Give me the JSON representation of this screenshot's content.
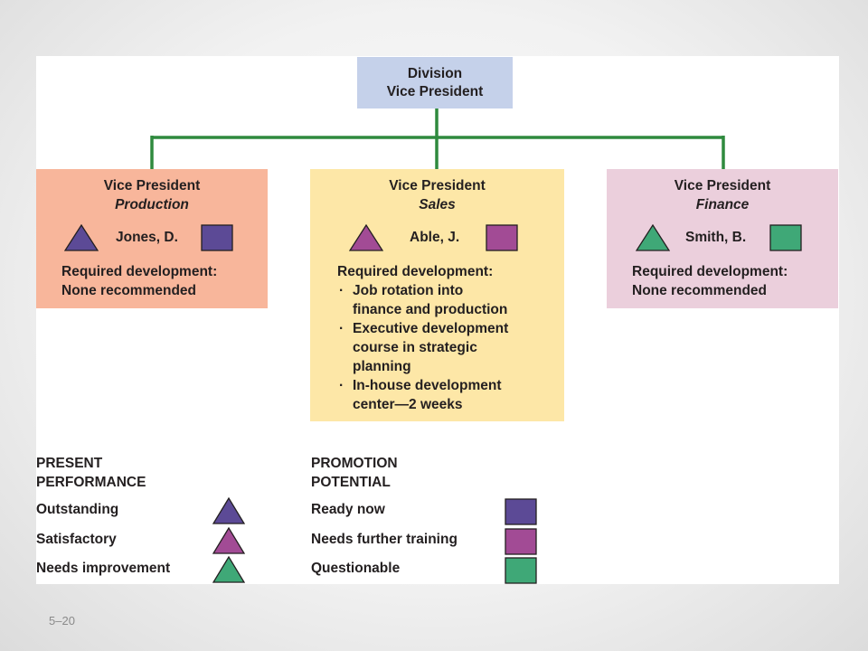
{
  "top": {
    "line1": "Division",
    "line2": "Vice President"
  },
  "vps": [
    {
      "title": "Vice President",
      "dept": "Production",
      "name": "Jones, D.",
      "dev_heading": "Required development:",
      "dev_items": [
        "None recommended"
      ],
      "performance": "Outstanding",
      "promotion": "Ready now",
      "color": "#f8b69b"
    },
    {
      "title": "Vice President",
      "dept": "Sales",
      "name": "Able, J.",
      "dev_heading": "Required development:",
      "dev_items": [
        "Job rotation into",
        "finance and production",
        "Executive development",
        "course in strategic",
        "planning",
        "In-house development",
        "center—2 weeks"
      ],
      "bullet": "·",
      "performance": "Satisfactory",
      "promotion": "Needs further training",
      "color": "#fde7a7"
    },
    {
      "title": "Vice President",
      "dept": "Finance",
      "name": "Smith, B.",
      "dev_heading": "Required development:",
      "dev_items": [
        "None recommended"
      ],
      "performance": "Needs improvement",
      "promotion": "Questionable",
      "color": "#ebcfdc"
    }
  ],
  "legend": {
    "performance_heading_1": "PRESENT",
    "performance_heading_2": "PERFORMANCE",
    "performance_items": [
      "Outstanding",
      "Satisfactory",
      "Needs improvement"
    ],
    "promotion_heading_1": "PROMOTION",
    "promotion_heading_2": "POTENTIAL",
    "promotion_items": [
      "Ready now",
      "Needs further training",
      "Questionable"
    ]
  },
  "colors": {
    "outstanding": "#5c4a96",
    "satisfactory": "#a24b95",
    "needs_improvement": "#3fa877",
    "connector": "#2f8a3e",
    "top_box": "#c5d1ea"
  },
  "icons": {
    "performance": "triangle-icon",
    "promotion": "square-icon"
  },
  "slide_number": "5–20"
}
